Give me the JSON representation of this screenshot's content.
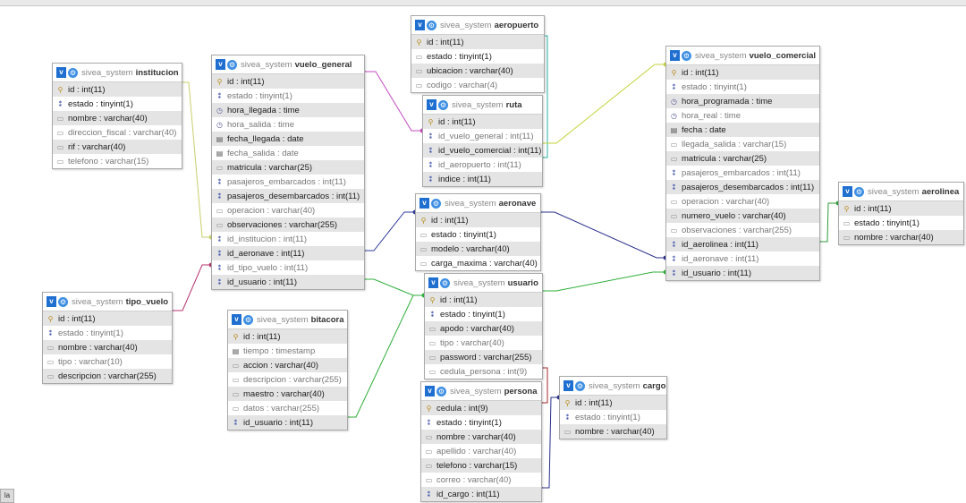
{
  "db_name": "sivea_system",
  "toggle_glyph": "v",
  "gear_glyph": "⚙",
  "icon_map": {
    "key": "⚲",
    "index": "⁑",
    "clock": "◷",
    "calendar": "▤",
    "field": "▭",
    "field2": "◫"
  },
  "corner_tab": "la",
  "colors": {
    "toggle": "#1f6fd1",
    "row_alt": "#e4e4e4",
    "border": "#a9a9a9"
  },
  "tables": [
    {
      "id": "institucion",
      "name": "institucion",
      "fields": [
        {
          "text": "id : int(11)",
          "icon": "key",
          "nn": true
        },
        {
          "text": "estado : tinyint(1)",
          "icon": "index",
          "nn": true
        },
        {
          "text": "nombre : varchar(40)",
          "icon": "field",
          "nn": true
        },
        {
          "text": "direccion_fiscal : varchar(40)",
          "icon": "field",
          "nn": false
        },
        {
          "text": "rif : varchar(40)",
          "icon": "field",
          "nn": true
        },
        {
          "text": "telefono : varchar(15)",
          "icon": "field",
          "nn": false
        }
      ]
    },
    {
      "id": "vuelo_general",
      "name": "vuelo_general",
      "fields": [
        {
          "text": "id : int(11)",
          "icon": "key",
          "nn": true
        },
        {
          "text": "estado : tinyint(1)",
          "icon": "index",
          "nn": false
        },
        {
          "text": "hora_llegada : time",
          "icon": "clock",
          "nn": true
        },
        {
          "text": "hora_salida : time",
          "icon": "clock",
          "nn": false
        },
        {
          "text": "fecha_llegada : date",
          "icon": "calendar",
          "nn": true
        },
        {
          "text": "fecha_salida : date",
          "icon": "calendar",
          "nn": false
        },
        {
          "text": "matricula : varchar(25)",
          "icon": "field",
          "nn": true
        },
        {
          "text": "pasajeros_embarcados : int(11)",
          "icon": "index",
          "nn": false
        },
        {
          "text": "pasajeros_desembarcados : int(11)",
          "icon": "index",
          "nn": true
        },
        {
          "text": "operacion : varchar(40)",
          "icon": "field",
          "nn": false
        },
        {
          "text": "observaciones : varchar(255)",
          "icon": "field",
          "nn": true
        },
        {
          "text": "id_institucion : int(11)",
          "icon": "index",
          "nn": false
        },
        {
          "text": "id_aeronave : int(11)",
          "icon": "index",
          "nn": true
        },
        {
          "text": "id_tipo_vuelo : int(11)",
          "icon": "index",
          "nn": false
        },
        {
          "text": "id_usuario : int(11)",
          "icon": "index",
          "nn": true
        }
      ]
    },
    {
      "id": "aeropuerto",
      "name": "aeropuerto",
      "fields": [
        {
          "text": "id : int(11)",
          "icon": "key",
          "nn": true
        },
        {
          "text": "estado : tinyint(1)",
          "icon": "field",
          "nn": true
        },
        {
          "text": "ubicacion : varchar(40)",
          "icon": "field",
          "nn": true
        },
        {
          "text": "codigo : varchar(4)",
          "icon": "field",
          "nn": false
        }
      ]
    },
    {
      "id": "ruta",
      "name": "ruta",
      "fields": [
        {
          "text": "id : int(11)",
          "icon": "key",
          "nn": true
        },
        {
          "text": "id_vuelo_general : int(11)",
          "icon": "index",
          "nn": false
        },
        {
          "text": "id_vuelo_comercial : int(11)",
          "icon": "index",
          "nn": true
        },
        {
          "text": "id_aeropuerto : int(11)",
          "icon": "index",
          "nn": false
        },
        {
          "text": "indice : int(11)",
          "icon": "index",
          "nn": true
        }
      ]
    },
    {
      "id": "vuelo_comercial",
      "name": "vuelo_comercial",
      "fields": [
        {
          "text": "id : int(11)",
          "icon": "key",
          "nn": true
        },
        {
          "text": "estado : tinyint(1)",
          "icon": "index",
          "nn": false
        },
        {
          "text": "hora_programada : time",
          "icon": "clock",
          "nn": true
        },
        {
          "text": "hora_real : time",
          "icon": "clock",
          "nn": false
        },
        {
          "text": "fecha : date",
          "icon": "calendar",
          "nn": true
        },
        {
          "text": "llegada_salida : varchar(15)",
          "icon": "field",
          "nn": false
        },
        {
          "text": "matricula : varchar(25)",
          "icon": "field",
          "nn": true
        },
        {
          "text": "pasajeros_embarcados : int(11)",
          "icon": "index",
          "nn": false
        },
        {
          "text": "pasajeros_desembarcados : int(11)",
          "icon": "index",
          "nn": true
        },
        {
          "text": "operacion : varchar(40)",
          "icon": "field",
          "nn": false
        },
        {
          "text": "numero_vuelo : varchar(40)",
          "icon": "field",
          "nn": true
        },
        {
          "text": "observaciones : varchar(255)",
          "icon": "field",
          "nn": false
        },
        {
          "text": "id_aerolinea : int(11)",
          "icon": "index",
          "nn": true
        },
        {
          "text": "id_aeronave : int(11)",
          "icon": "index",
          "nn": false
        },
        {
          "text": "id_usuario : int(11)",
          "icon": "index",
          "nn": true
        }
      ]
    },
    {
      "id": "aerolinea",
      "name": "aerolinea",
      "fields": [
        {
          "text": "id : int(11)",
          "icon": "key",
          "nn": true
        },
        {
          "text": "estado : tinyint(1)",
          "icon": "field",
          "nn": true
        },
        {
          "text": "nombre : varchar(40)",
          "icon": "field",
          "nn": true
        }
      ]
    },
    {
      "id": "aeronave",
      "name": "aeronave",
      "fields": [
        {
          "text": "id : int(11)",
          "icon": "key",
          "nn": true
        },
        {
          "text": "estado : tinyint(1)",
          "icon": "field",
          "nn": true
        },
        {
          "text": "modelo : varchar(40)",
          "icon": "field",
          "nn": true
        },
        {
          "text": "carga_maxima : varchar(40)",
          "icon": "field",
          "nn": true
        }
      ]
    },
    {
      "id": "tipo_vuelo",
      "name": "tipo_vuelo",
      "fields": [
        {
          "text": "id : int(11)",
          "icon": "key",
          "nn": true
        },
        {
          "text": "estado : tinyint(1)",
          "icon": "index",
          "nn": false
        },
        {
          "text": "nombre : varchar(40)",
          "icon": "field",
          "nn": true
        },
        {
          "text": "tipo : varchar(10)",
          "icon": "field",
          "nn": false
        },
        {
          "text": "descripcion : varchar(255)",
          "icon": "field",
          "nn": true
        }
      ]
    },
    {
      "id": "bitacora",
      "name": "bitacora",
      "fields": [
        {
          "text": "id : int(11)",
          "icon": "key",
          "nn": true
        },
        {
          "text": "tiempo : timestamp",
          "icon": "calendar",
          "nn": false
        },
        {
          "text": "accion : varchar(40)",
          "icon": "field",
          "nn": true
        },
        {
          "text": "descripcion : varchar(255)",
          "icon": "field",
          "nn": false
        },
        {
          "text": "maestro : varchar(40)",
          "icon": "field",
          "nn": true
        },
        {
          "text": "datos : varchar(255)",
          "icon": "field",
          "nn": false
        },
        {
          "text": "id_usuario : int(11)",
          "icon": "index",
          "nn": true
        }
      ]
    },
    {
      "id": "usuario",
      "name": "usuario",
      "fields": [
        {
          "text": "id : int(11)",
          "icon": "key",
          "nn": true
        },
        {
          "text": "estado : tinyint(1)",
          "icon": "index",
          "nn": true
        },
        {
          "text": "apodo : varchar(40)",
          "icon": "field",
          "nn": true
        },
        {
          "text": "tipo : varchar(40)",
          "icon": "field",
          "nn": false
        },
        {
          "text": "password : varchar(255)",
          "icon": "field",
          "nn": true
        },
        {
          "text": "cedula_persona : int(9)",
          "icon": "field",
          "nn": false
        }
      ]
    },
    {
      "id": "persona",
      "name": "persona",
      "fields": [
        {
          "text": "cedula : int(9)",
          "icon": "key",
          "nn": true
        },
        {
          "text": "estado : tinyint(1)",
          "icon": "index",
          "nn": true
        },
        {
          "text": "nombre : varchar(40)",
          "icon": "field",
          "nn": true
        },
        {
          "text": "apellido : varchar(40)",
          "icon": "field",
          "nn": false
        },
        {
          "text": "telefono : varchar(15)",
          "icon": "field",
          "nn": true
        },
        {
          "text": "correo : varchar(40)",
          "icon": "field",
          "nn": false
        },
        {
          "text": "id_cargo : int(11)",
          "icon": "index",
          "nn": true
        }
      ]
    },
    {
      "id": "cargo",
      "name": "cargo",
      "fields": [
        {
          "text": "id : int(11)",
          "icon": "key",
          "nn": true
        },
        {
          "text": "estado : tinyint(1)",
          "icon": "index",
          "nn": false
        },
        {
          "text": "nombre : varchar(40)",
          "icon": "field",
          "nn": true
        }
      ]
    }
  ],
  "relations": [
    {
      "from": "vuelo_general",
      "to": "institucion",
      "color": "#c8cf6a"
    },
    {
      "from": "vuelo_general",
      "to": "ruta",
      "color": "#c44ac0"
    },
    {
      "from": "vuelo_general",
      "to": "aeronave",
      "color": "#2e3a9a"
    },
    {
      "from": "vuelo_general",
      "to": "tipo_vuelo",
      "color": "#b4336f"
    },
    {
      "from": "vuelo_general",
      "to": "usuario",
      "color": "#2fae3a"
    },
    {
      "from": "ruta",
      "to": "aeropuerto",
      "color": "#27b3a1"
    },
    {
      "from": "ruta",
      "to": "vuelo_comercial",
      "color": "#c4d33a"
    },
    {
      "from": "vuelo_comercial",
      "to": "aerolinea",
      "color": "#2f9c3a"
    },
    {
      "from": "vuelo_comercial",
      "to": "aeronave",
      "color": "#2a2f8a"
    },
    {
      "from": "vuelo_comercial",
      "to": "usuario",
      "color": "#2fae3a"
    },
    {
      "from": "bitacora",
      "to": "usuario",
      "color": "#2fae3a"
    },
    {
      "from": "usuario",
      "to": "persona",
      "color": "#a52a2a"
    },
    {
      "from": "persona",
      "to": "cargo",
      "color": "#2a2f8a"
    }
  ]
}
